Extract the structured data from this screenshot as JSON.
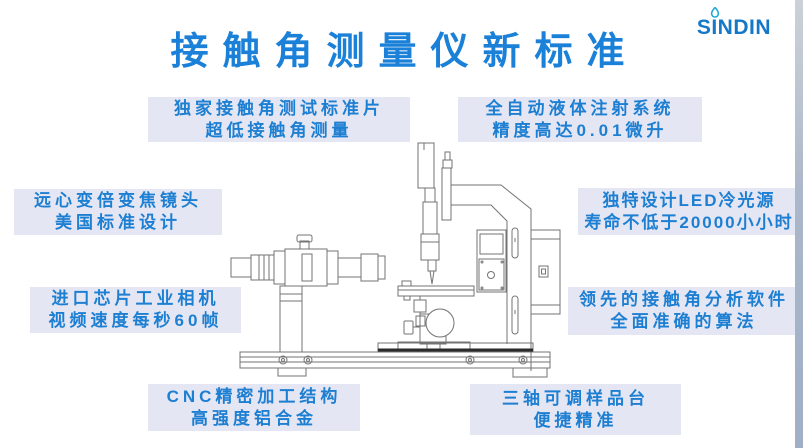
{
  "header": {
    "title": "接触角测量仪新标准",
    "logo": "SINDIN"
  },
  "callouts": [
    {
      "name": "standard-plate",
      "line1": "独家接触角测试标准片",
      "line2": "超低接触角测量"
    },
    {
      "name": "injection-system",
      "line1": "全自动液体注射系统",
      "line2": "精度高达0.01微升"
    },
    {
      "name": "zoom-lens",
      "line1": "远心变倍变焦镜头",
      "line2": "美国标准设计"
    },
    {
      "name": "led-light-source",
      "line1": "独特设计LED冷光源",
      "line2": "寿命不低于20000小小时"
    },
    {
      "name": "industrial-camera",
      "line1": "进口芯片工业相机",
      "line2": "视频速度每秒60帧"
    },
    {
      "name": "analysis-software",
      "line1": "领先的接触角分析软件",
      "line2": "全面准确的算法"
    },
    {
      "name": "cnc-structure",
      "line1": "CNC精密加工结构",
      "line2": "高强度铝合金"
    },
    {
      "name": "sample-stage",
      "line1": "三轴可调样品台",
      "line2": "便捷精准"
    }
  ],
  "illustration": "contact-angle-measuring-instrument-line-drawing",
  "colors": {
    "title_blue": "#1a80d8",
    "logo_blue": "#1478c8",
    "droplet_cyan": "#21a7d6",
    "callout_text": "#1d7fd2",
    "callout_bg": "#e5e6f4",
    "drawing_stroke": "#737373",
    "edge_strip": "#a4b2c6"
  }
}
